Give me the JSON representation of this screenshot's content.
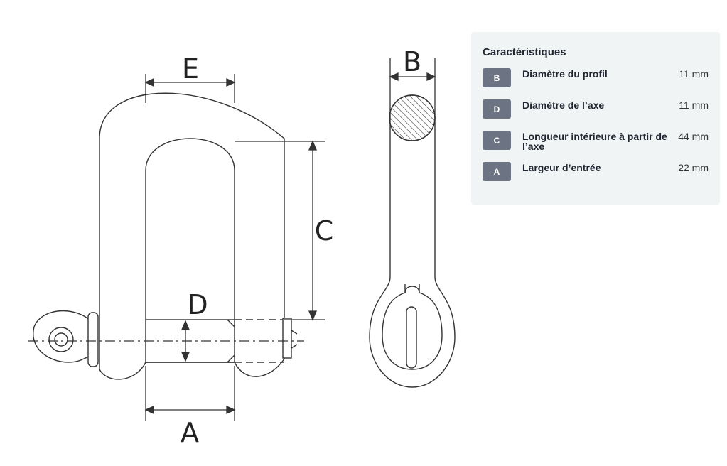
{
  "diagram": {
    "letters": {
      "e": "E",
      "b": "B",
      "c": "C",
      "d": "D",
      "a": "A"
    }
  },
  "panel": {
    "title": "Caractéristiques",
    "specs": [
      {
        "code": "B",
        "label": "Diamètre du profil",
        "value": "11 mm"
      },
      {
        "code": "D",
        "label": "Diamètre de l’axe",
        "value": "11 mm"
      },
      {
        "code": "C",
        "label": "Longueur intérieure à partir de l’axe",
        "value": "44 mm"
      },
      {
        "code": "A",
        "label": "Largeur d’entrée",
        "value": "22 mm"
      }
    ]
  },
  "colors": {
    "badge": "#6c7484",
    "panel_bg": "#f1f4f4",
    "line": "#333333"
  }
}
